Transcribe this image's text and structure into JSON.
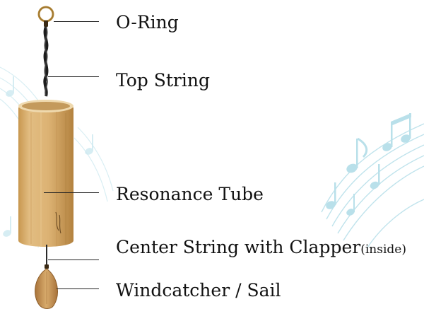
{
  "labels": {
    "o_ring": "O-Ring",
    "top_string": "Top String",
    "resonance_tube": "Resonance Tube",
    "center_string": "Center String with Clapper",
    "center_string_suffix": "(inside)",
    "windcatcher": "Windcatcher / Sail"
  },
  "colors": {
    "bamboo_light": "#e2bd82",
    "bamboo_dark": "#b98947",
    "music_notes": "#bfe3ec",
    "leader_line": "#222222"
  },
  "icons": {
    "tube_logo": "koshi-signature"
  }
}
